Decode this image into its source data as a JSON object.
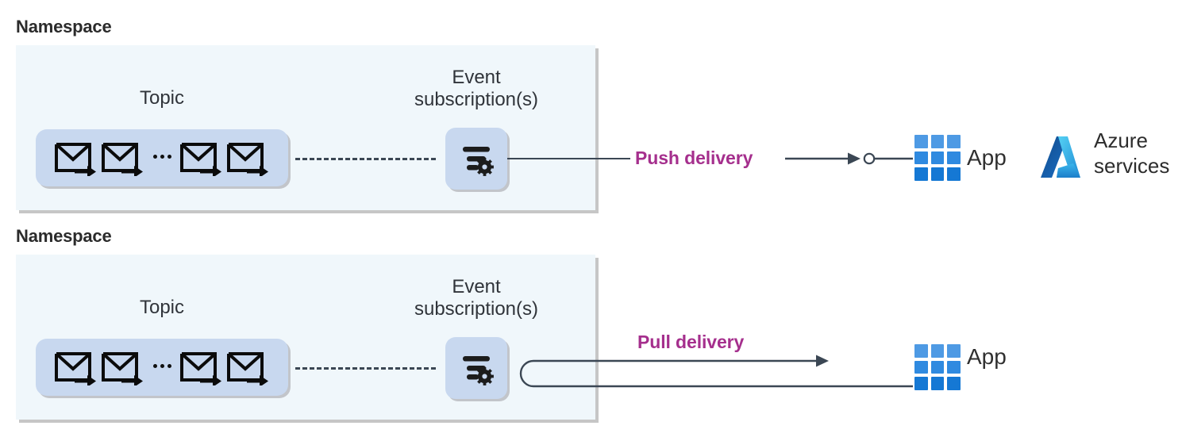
{
  "diagram": {
    "title_row_1": "Namespace",
    "title_row_2": "Namespace",
    "rows": [
      {
        "id": "push",
        "namespace_label": "Namespace",
        "topic_label": "Topic",
        "subscription_label": "Event\nsubscription(s)",
        "delivery_label": "Push delivery",
        "destination_label": "App",
        "extra_label": "Azure\nservices",
        "envelope_count": 4,
        "ellipsis": "...",
        "has_azure_services": true,
        "flow": "one-way arrow to endpoint circle then App"
      },
      {
        "id": "pull",
        "namespace_label": "Namespace",
        "topic_label": "Topic",
        "subscription_label": "Event\nsubscription(s)",
        "delivery_label": "Pull delivery",
        "destination_label": "App",
        "envelope_count": 4,
        "ellipsis": "...",
        "has_azure_services": false,
        "flow": "App pulls: loop from App back around and arrow forward"
      }
    ],
    "colors": {
      "namespace_fill": "#f0f7fb",
      "tile_fill": "#c8d8ef",
      "delivery_accent": "#a52f8d",
      "line": "#3b4754",
      "app_blue_light": "#4e9ae4",
      "app_blue_mid": "#2f8ae0",
      "app_blue_dark": "#1578d4",
      "azure_blue_dark": "#0f5fb2",
      "azure_blue_light": "#50c7f0",
      "text": "#262626"
    },
    "icons": {
      "envelope": "envelope-with-arrow-icon",
      "subscription": "filter-settings-icon",
      "app": "app-grid-icon",
      "azure": "azure-logo-icon",
      "ellipsis": "ellipsis-icon"
    }
  }
}
